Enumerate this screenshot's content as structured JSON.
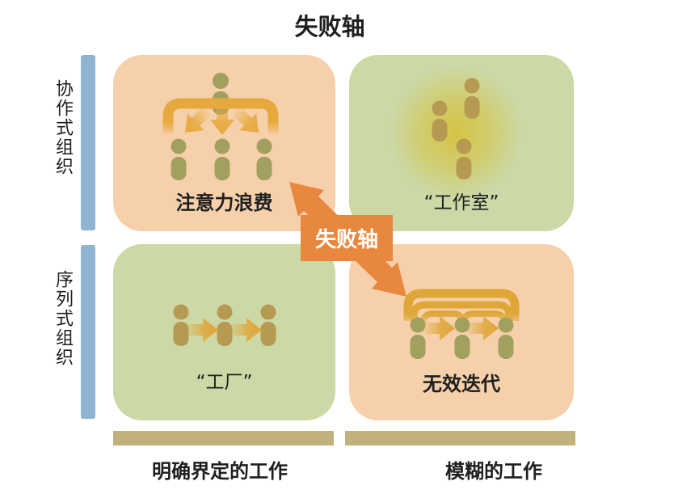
{
  "title": "失败轴",
  "axis": {
    "label": "失败轴"
  },
  "rows": [
    {
      "label": "协作式组织"
    },
    {
      "label": "序列式组织"
    }
  ],
  "columns": [
    {
      "label": "明确界定的工作"
    },
    {
      "label": "模糊的工作"
    }
  ],
  "quadrants": [
    {
      "name": "attention-waste",
      "label": "注意力浪费",
      "icon": "broadcast-hierarchy-icon"
    },
    {
      "name": "studio",
      "label": "“工作室”",
      "icon": "cluster-glow-icon"
    },
    {
      "name": "factory",
      "label": "“工厂”",
      "icon": "sequence-flow-icon"
    },
    {
      "name": "ineffective-iteration",
      "label": "无效迭代",
      "icon": "loop-iteration-icon"
    }
  ],
  "colors": {
    "peach_quadrant": "#f6d0ab",
    "green_quadrant": "#ccd8a5",
    "blue_row_bar": "#8db4d0",
    "tan_column_bar": "#c1b17d",
    "olive_figure": "#a2a05e",
    "tan_figure": "#b69a52",
    "gold_arrow": "#e2a63c",
    "orange_axis": "#e8883f",
    "text": "#1f1f1f"
  }
}
